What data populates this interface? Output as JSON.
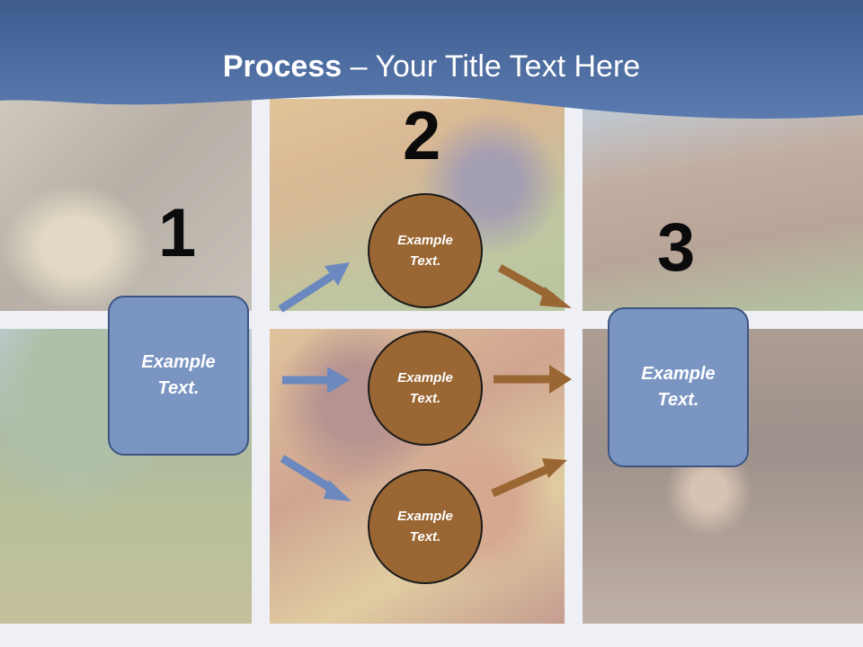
{
  "title": {
    "bold": "Process",
    "rest": " – Your Title Text Here"
  },
  "numbers": [
    "1",
    "2",
    "3"
  ],
  "left_box": {
    "line1": "Example",
    "line2": "Text."
  },
  "right_box": {
    "line1": "Example",
    "line2": "Text."
  },
  "circles": [
    {
      "line1": "Example",
      "line2": "Text."
    },
    {
      "line1": "Example",
      "line2": "Text."
    },
    {
      "line1": "Example",
      "line2": "Text."
    }
  ],
  "colors": {
    "header": "#4f6fa3",
    "box_fill": "#7a95c2",
    "circle_fill": "#9a6633",
    "blue_arrow": "#6b89be",
    "brown_arrow": "#9a6633"
  }
}
